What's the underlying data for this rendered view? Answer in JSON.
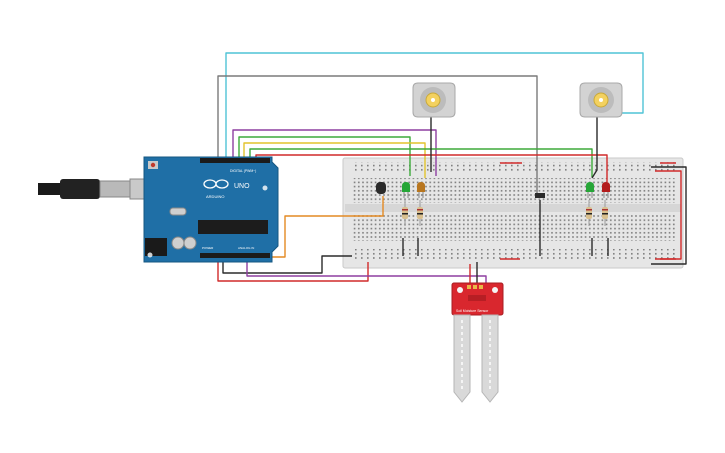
{
  "arduino": {
    "brand": "ARDUINO",
    "model": "UNO",
    "digital_header_label": "DIGITAL (PWM~)",
    "power_label": "POWER",
    "analog_label": "ANALOG IN"
  },
  "sensor": {
    "label": "Soil Moisture Sensor"
  },
  "colors": {
    "board": "#1f6fa6",
    "breadboard": "#e3e3e3",
    "wire_red": "#d12a2a",
    "wire_black": "#2b2b2b",
    "wire_cyan": "#4fc3d6",
    "wire_gray": "#7a7a7a",
    "wire_purple": "#8e3fa1",
    "wire_green": "#3daa3a",
    "wire_yellow": "#e2c32d",
    "wire_orange": "#e48a23",
    "led_green": "#26a637",
    "led_orange": "#b8761f",
    "led_red": "#b31b1b",
    "sensor_red": "#d9272e"
  },
  "icons": {
    "usb": "usb-connector-icon",
    "motor": "dc-motor-icon",
    "led": "led-icon",
    "resistor": "resistor-icon",
    "transistor": "transistor-icon",
    "sensor": "soil-sensor-icon"
  }
}
